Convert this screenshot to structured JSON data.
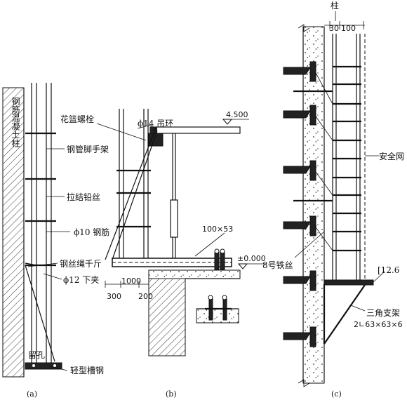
{
  "panel_a": {
    "caption": "(a)",
    "column_label": "钢筋混凝土柱",
    "scaffold_label": "钢管脚手架",
    "tie_wire_label": "拉结铅丝",
    "rebar_label": "ϕ10 钢筋",
    "rope_label": "钢丝绳千斤",
    "clamp_label": "ϕ12 下夹",
    "hole_label": "留孔",
    "channel_label": "轻型槽钢"
  },
  "panel_b": {
    "caption": "(b)",
    "turnbuckle_label": "花篮螺栓",
    "ring_label": "ϕ14 吊环",
    "elev_top": "4.500",
    "beam_label": "100×53",
    "elev_zero": "±0.000",
    "dim_1000": "1000",
    "dim_300": "300",
    "dim_200": "200"
  },
  "panel_c": {
    "caption": "(c)",
    "column_label": "柱",
    "dim_30": "30",
    "dim_100": "100",
    "net_label": "安全网",
    "wire_label": "8号铁丝",
    "channel_label": "[12.6",
    "bracket_label": "三角支架",
    "angle_label": "2∟63×63×6"
  }
}
